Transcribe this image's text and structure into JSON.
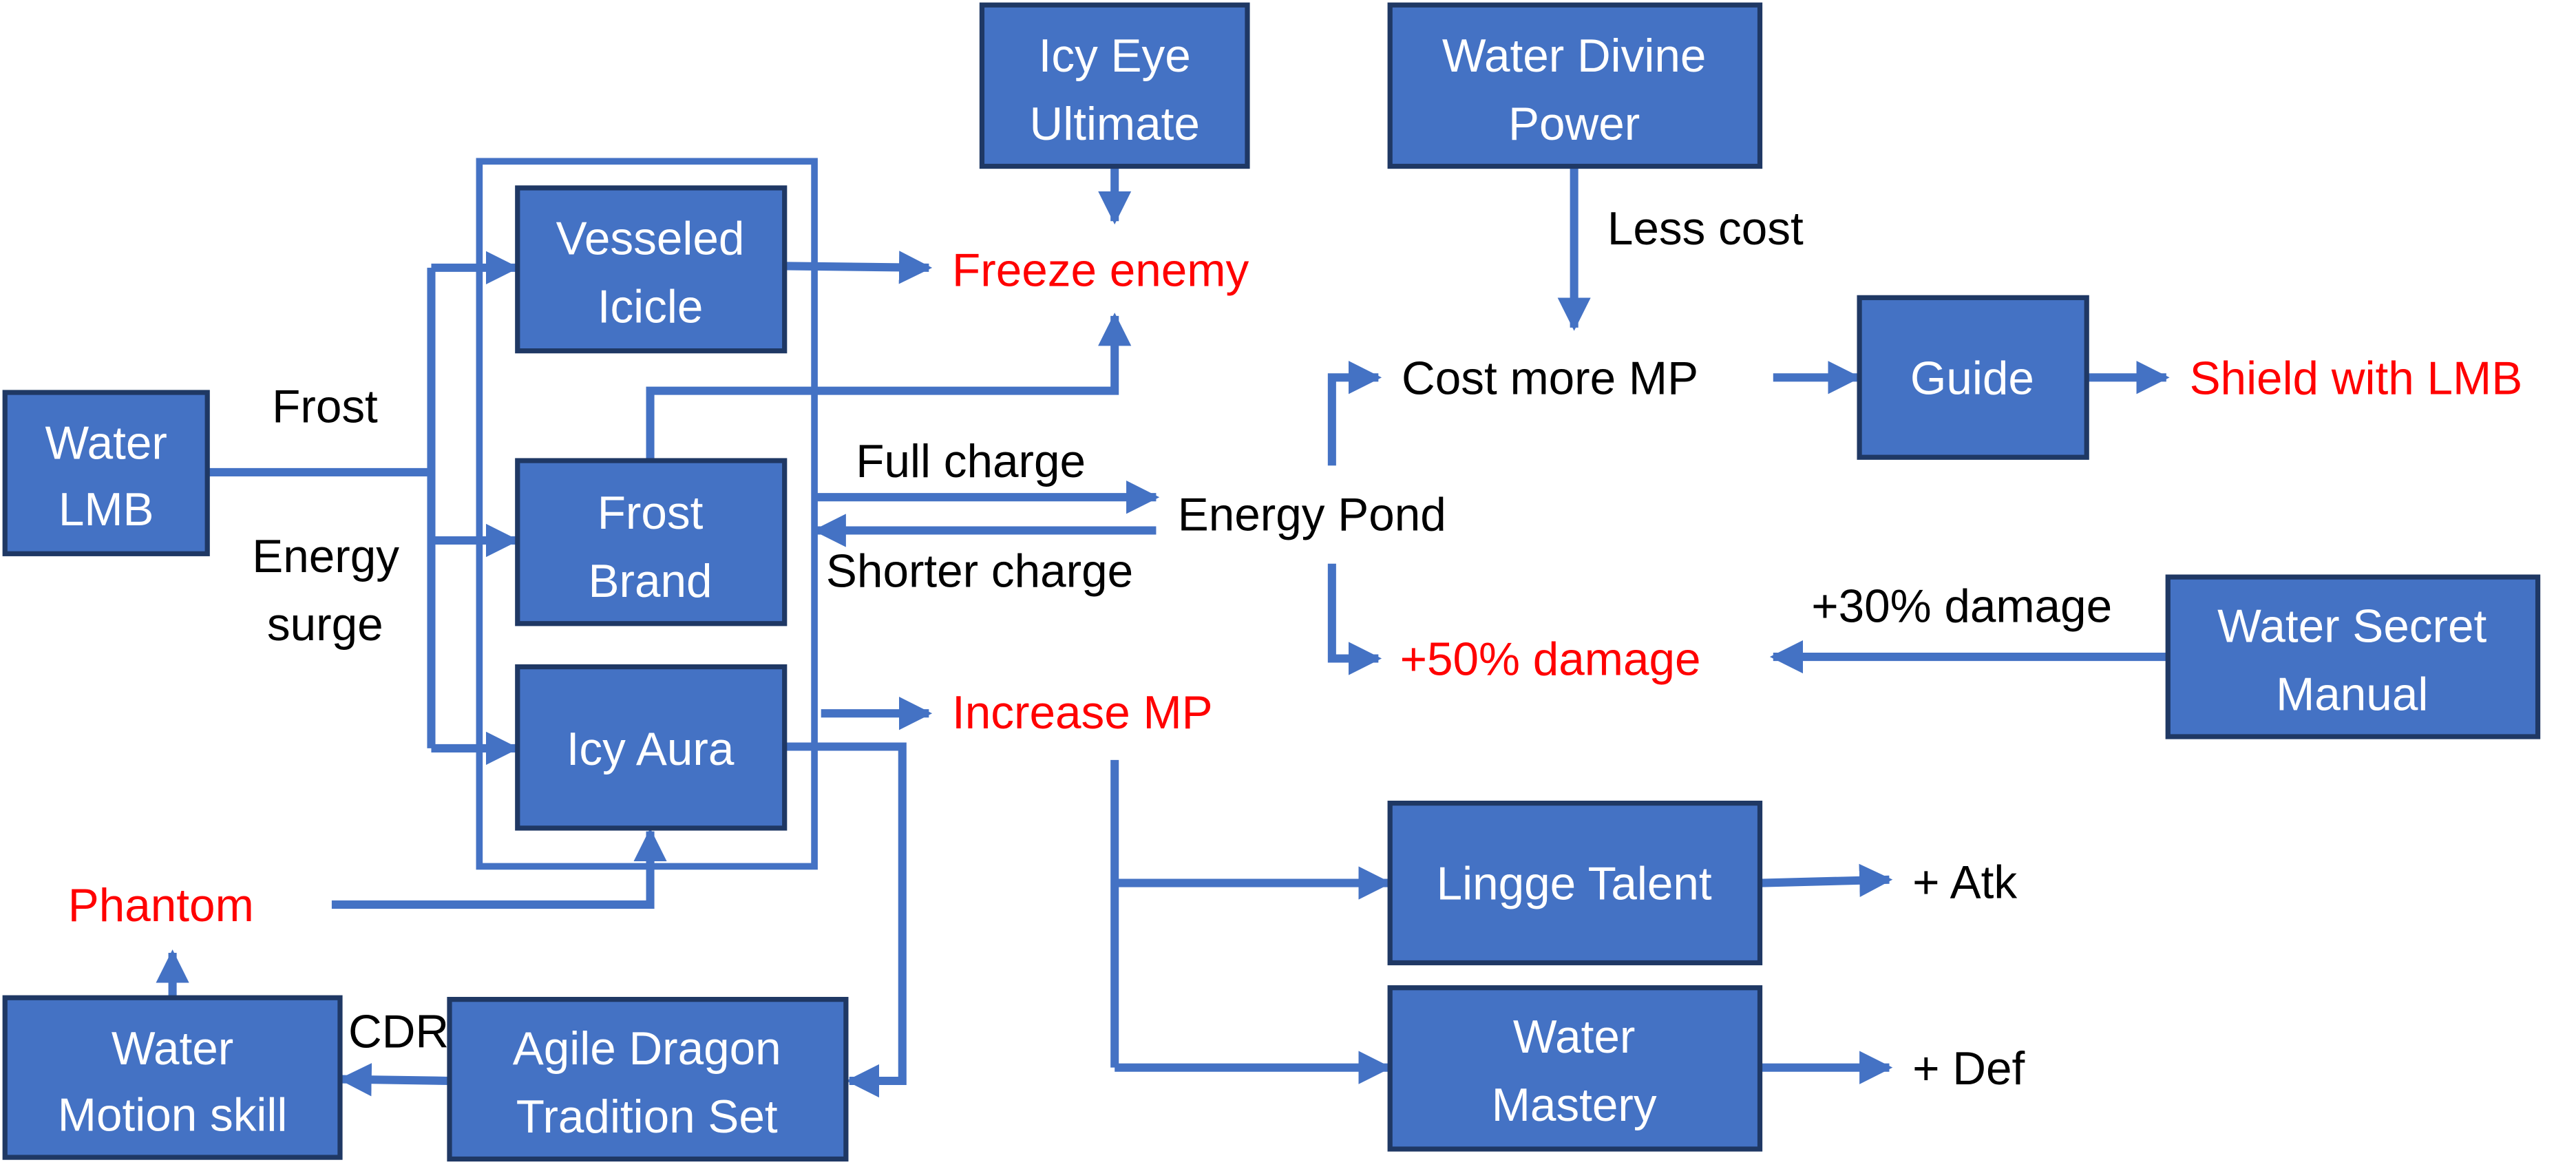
{
  "diagram": {
    "colors": {
      "box_fill": "#4472C4",
      "box_border": "#1F3864",
      "connector": "#4472C4",
      "effect_text": "#FF0000",
      "label_text": "#000000"
    },
    "boxes": {
      "water_lmb": [
        "Water",
        "LMB"
      ],
      "vesseled_icicle": [
        "Vesseled",
        "Icicle"
      ],
      "frost_brand": [
        "Frost",
        "Brand"
      ],
      "icy_aura": [
        "Icy Aura"
      ],
      "icy_eye_ultimate": [
        "Icy Eye",
        "Ultimate"
      ],
      "water_divine_power": [
        "Water Divine",
        "Power"
      ],
      "guide": [
        "Guide"
      ],
      "water_secret_manual": [
        "Water Secret",
        "Manual"
      ],
      "lingge_talent": [
        "Lingge Talent"
      ],
      "water_mastery": [
        "Water",
        "Mastery"
      ],
      "water_motion_skill": [
        "Water",
        "Motion skill"
      ],
      "agile_dragon_tradition_set": [
        "Agile Dragon",
        "Tradition Set"
      ]
    },
    "effects": {
      "freeze_enemy": "Freeze enemy",
      "shield_with_lmb": "Shield with LMB",
      "plus_50_damage": "+50% damage",
      "increase_mp": "Increase MP",
      "phantom": "Phantom"
    },
    "labels": {
      "frost": "Frost",
      "energy_surge": [
        "Energy",
        "surge"
      ],
      "full_charge": "Full charge",
      "shorter_charge": "Shorter charge",
      "energy_pond": "Energy Pond",
      "less_cost": "Less cost",
      "cost_more_mp": "Cost more MP",
      "plus_30_damage": "+30% damage",
      "plus_atk": "+ Atk",
      "plus_def": "+ Def",
      "cdr": "CDR"
    }
  }
}
